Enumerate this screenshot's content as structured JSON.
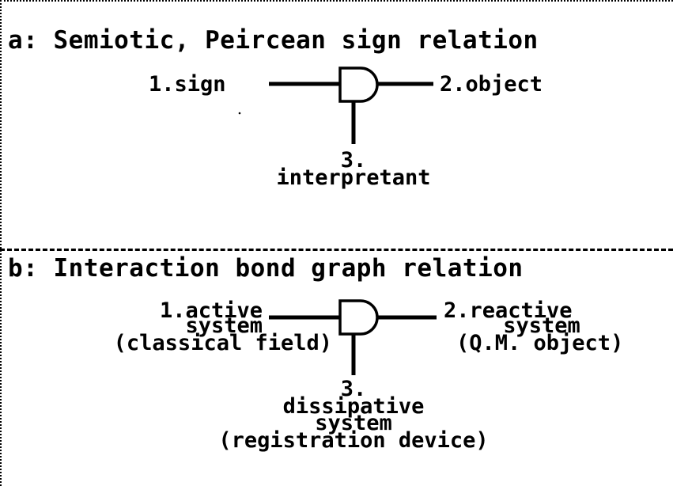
{
  "panel_a": {
    "title": "a: Semiotic, Peircean sign relation",
    "node_1": "1.sign",
    "node_2": "2.object",
    "node_3_number": "3.",
    "node_3_label": "interpretant"
  },
  "panel_b": {
    "title": "b: Interaction bond graph relation",
    "node_1_line1": "1.active",
    "node_1_line2": "system",
    "node_1_line3": "(classical field)",
    "node_2_line1": "2.reactive",
    "node_2_line2": "system",
    "node_2_line3": "(Q.M. object)",
    "node_3_line1": "3.",
    "node_3_line2": "dissipative",
    "node_3_line3": "system",
    "node_3_line4": "(registration device)"
  }
}
